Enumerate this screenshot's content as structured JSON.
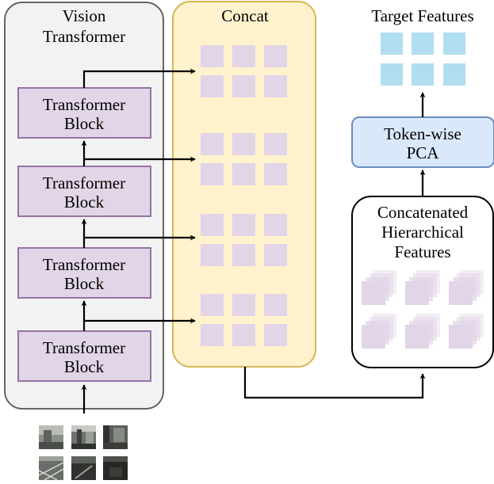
{
  "vit_panel": {
    "title_line1": "Vision",
    "title_line2": "Transformer"
  },
  "blocks": [
    {
      "line1": "Transformer",
      "line2": "Block"
    },
    {
      "line1": "Transformer",
      "line2": "Block"
    },
    {
      "line1": "Transformer",
      "line2": "Block"
    },
    {
      "line1": "Transformer",
      "line2": "Block"
    }
  ],
  "concat_panel": {
    "title": "Concat"
  },
  "target": {
    "title": "Target Features"
  },
  "pca": {
    "line1": "Token-wise",
    "line2": "PCA"
  },
  "hier": {
    "line1": "Concatenated",
    "line2": "Hierarchical",
    "line3": "Features"
  },
  "colors": {
    "vit_fill": "#f2f2f2",
    "vit_stroke": "#666666",
    "block_fill": "#e1d5e7",
    "block_stroke": "#9673a6",
    "concat_fill": "#fff2cc",
    "concat_stroke": "#d6b656",
    "token_purple": "#e1d5e7",
    "token_blue": "#b1ddf0",
    "pca_fill": "#dae8fc",
    "pca_stroke": "#6c8ebf",
    "arrow": "#000000"
  }
}
